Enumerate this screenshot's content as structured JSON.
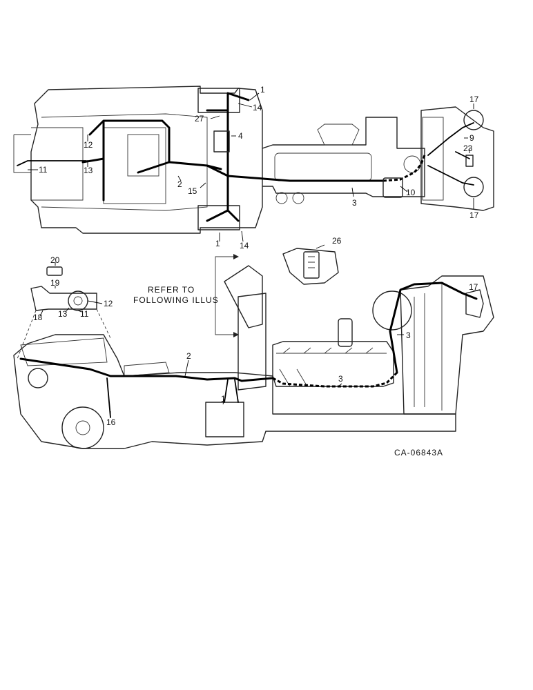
{
  "diagram": {
    "drawing_number": "CA-06843A",
    "reference_note": [
      "REFER TO",
      "FOLLOWING ILLUS"
    ],
    "callouts": {
      "c1_top_right": "1",
      "c14_top": "14",
      "c27": "27",
      "c4": "4",
      "c12_top": "12",
      "c13_top": "13",
      "c11_top": "11",
      "c2_top": "2",
      "c15": "15",
      "c1_top_lower": "1",
      "c14_lower": "14",
      "c3_top": "3",
      "c10": "10",
      "c17_top": "17",
      "c9": "9",
      "c23": "23",
      "c17_top_lower": "17",
      "c26": "26",
      "c20": "20",
      "c19": "19",
      "c18": "18",
      "c13_side": "13",
      "c11_side": "11",
      "c12_side": "12",
      "c17_side": "17",
      "c3_side_upper": "3",
      "c2_side": "2",
      "c3_side_lower": "3",
      "c1_side": "1",
      "c16": "16"
    }
  }
}
